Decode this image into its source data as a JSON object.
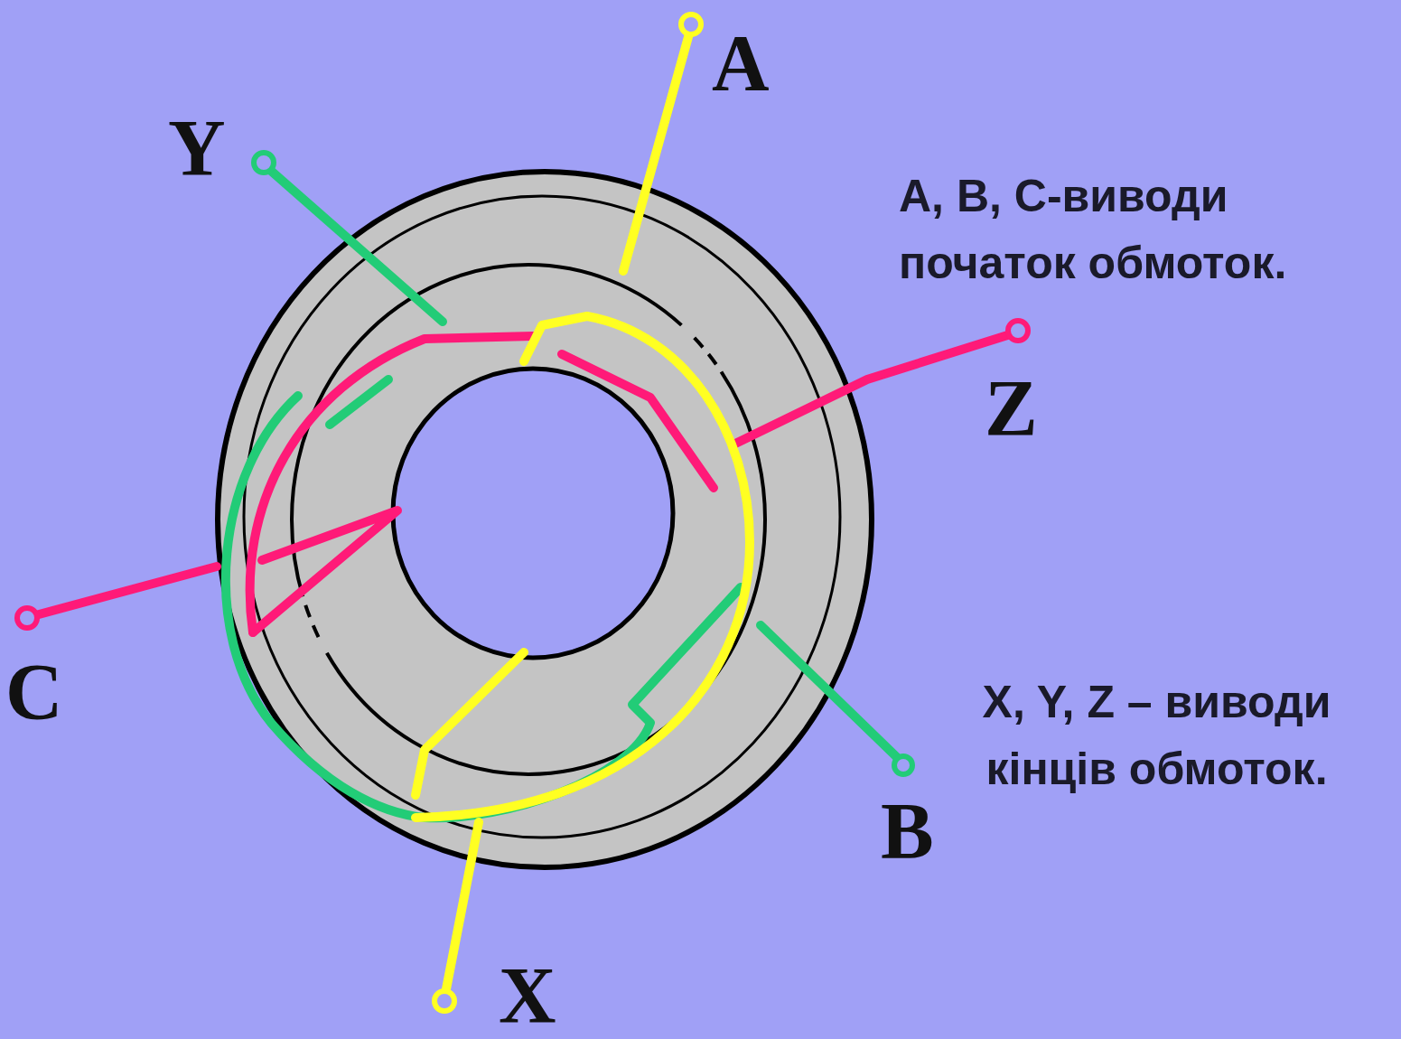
{
  "diagram": {
    "labels": [
      "A",
      "Y",
      "A, B, C-виводи початок обмоток.",
      "Z",
      "C",
      "X, Y, Z – виводи кінців обмоток.",
      "B",
      "X"
    ]
  }
}
